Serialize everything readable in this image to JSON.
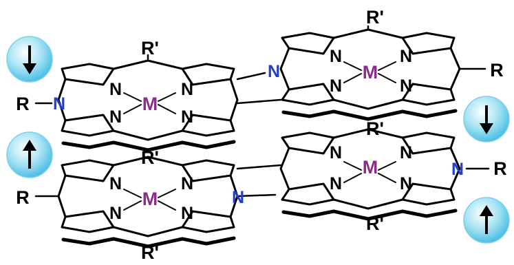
{
  "labels": {
    "nitrogen": "N",
    "metal": "M",
    "r": "R",
    "r_prime": "R'"
  },
  "colors": {
    "bond": "#000000",
    "nitrogen_core": "#000000",
    "nitrogen_bridge": "#1f3fcf",
    "metal": "#8b2c8b",
    "substituent": "#000000",
    "spin_fill_center": "#ffffff",
    "spin_fill_edge": "#5cc8e8",
    "spin_arrow": "#000000"
  },
  "spins": [
    "down",
    "up",
    "down",
    "up"
  ]
}
